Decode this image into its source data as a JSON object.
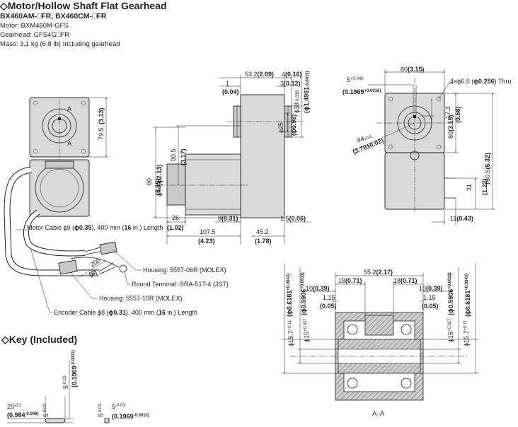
{
  "header": {
    "title": "◇Motor/Hollow Shaft Flat Gearhead",
    "model": "BX460AM-□FR, BX460CM-□FR",
    "motor": "Motor: BXM460M-GFS",
    "gearhead": "Gearhead: GFS4G□FR",
    "mass": "Mass: 3.1 kg (6.8 lb) Including gearhead"
  },
  "front_view": {
    "section_mark": "A",
    "dim_79_5": "79.5",
    "dim_79_5_in": "(3.13)"
  },
  "cables": {
    "motor_cable_a": "Motor Cable ϕ9 (",
    "motor_cable_b": "ϕ0.35",
    "motor_cable_c": "), 400 mm (",
    "motor_cable_d": "16",
    "motor_cable_e": " in.) Length",
    "housing_06": "Housing: 5557-06R (MOLEX)",
    "round_terminal": "Round Terminal: SRA-51T-4 (JST)",
    "housing_10": "Housing: 5557-10R (MOLEX)",
    "encoder_cable_a": "Encoder Cable ϕ8 (",
    "encoder_cable_b": "ϕ0.31",
    "encoder_cable_c": "), 400 mm (",
    "encoder_cable_d": "16",
    "encoder_cable_e": " in.) Length",
    "dim_200": "200",
    "dim_200_in": "(8)"
  },
  "side_view": {
    "d53_2": "53.2",
    "d53_2_in": "(2.09)",
    "d4": "4",
    "d4_in": "(0.16)",
    "d3": "3",
    "d3_in": "(0.12)",
    "d1": "1",
    "d1_in": "(0.04)",
    "d38": "ϕ38",
    "d38_tol": "-0.039",
    "d38_in": "(ϕ1.4961",
    "d38_in_tol": "-0.0015)",
    "d25": "ϕ25",
    "d25_in": "(ϕ0.98)",
    "d80_5": "80.5",
    "d80_5_in": "(3.17)",
    "d80": "80",
    "d80_in": "(3.15)",
    "d54": "ϕ54",
    "d54_in": "(ϕ2.13)",
    "d26": "26",
    "d26_in": "(1.02)",
    "d8": "8",
    "d8_in": "(0.31)",
    "d1_5": "1.5",
    "d1_5_in": "(0.06)",
    "d107_5": "107.5",
    "d107_5_in": "(4.23)",
    "d45_2": "45.2",
    "d45_2_in": "(1.78)"
  },
  "end_view": {
    "d80": "80",
    "d80_in": "(3.15)",
    "d5": "5",
    "d5_tol": "+0.040",
    "d5_in": "(0.1969",
    "d5_in_tol": "+0.0016)",
    "holes": "4×ϕ6.5 (",
    "holes_b": "ϕ0.256",
    "holes_c": ") Thru",
    "d17_3": "17.3",
    "d17_3_in": "(0.68)",
    "d80_v": "80",
    "d80_v_in": "(3.15)",
    "d160_5": "160.5",
    "d160_5_in": "(6.32)",
    "d94": "94",
    "d94_tol": "±0.5",
    "d94_in": "(3.70±0.02)",
    "d31": "31",
    "d31_in": "(1.22)",
    "d11": "11",
    "d11_in": "(0.43)"
  },
  "section_view": {
    "d55_2": "55.2",
    "d55_2_in": "(2.17)",
    "d18_l": "18",
    "d18_l_in": "(0.71)",
    "d18_r": "18",
    "d18_r_in": "(0.71)",
    "d10_l": "10",
    "d10_l_in": "(0.39)",
    "d10_r": "10",
    "d10_r_in": "(0.39)",
    "d1_15_l": "1.15",
    "d1_15_l_in": "(0.05)",
    "d1_15_r": "1.15",
    "d1_15_r_in": "(0.05)",
    "d15_7_l": "ϕ15.7",
    "d15_7_l_tol": "+0.11",
    "d15_7_l_in": "(ϕ0.6181",
    "d15_7_l_in_tol": "+0.0043)",
    "d15_l": "ϕ15",
    "d15_l_tol": "+0.027",
    "d15_l_in": "(ϕ0.5906",
    "d15_l_in_tol": "+0.0011)",
    "d15_r": "ϕ15",
    "d15_r_tol": "+0.027",
    "d15_r_in": "(ϕ0.5906",
    "d15_r_in_tol": "+0.0011)",
    "d15_7_r": "ϕ15.7",
    "d15_7_r_tol": "+0.11",
    "d15_7_r_in": "(ϕ0.6181",
    "d15_7_r_in_tol": "+0.0043)",
    "label": "A–A"
  },
  "key": {
    "title": "◇Key (Included)",
    "d5_v": "5",
    "d5_v_tol": "-0.03",
    "d5_v_in": "(0.1969",
    "d5_v_in_tol": "-0.0012)",
    "d25": "25",
    "d25_tol": "-0.2",
    "d25_in": "(0.984",
    "d25_in_tol": "-0.008)",
    "d5_l": "5",
    "d5_l_tol": "-0.03",
    "d5_v2": "5",
    "d5_v2_tol": "-0.03",
    "d5_h": "5",
    "d5_h_tol": "-0.03",
    "d5_h_in": "(0.1969",
    "d5_h_in_tol": "-0.0012)"
  }
}
